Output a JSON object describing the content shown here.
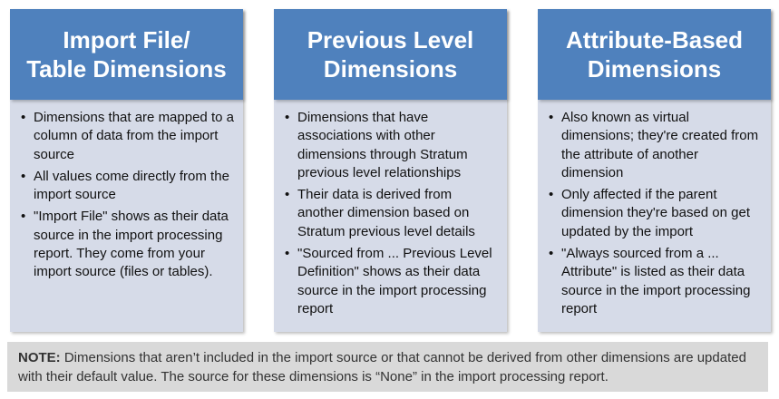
{
  "columns": [
    {
      "title": "Import File/\nTable Dimensions",
      "items": [
        "Dimensions that are mapped to a column of data from the import source",
        "All values come directly from the import source",
        "\"Import File\" shows as their data source in the import processing report. They come from your import source (files or tables)."
      ]
    },
    {
      "title": "Previous Level\nDimensions",
      "items": [
        "Dimensions that have associations with other dimensions through Stratum previous level relationships",
        "Their data is derived from another dimension based on Stratum previous level details",
        "\"Sourced from ... Previous Level Definition\" shows as their data source in the import processing report"
      ]
    },
    {
      "title": "Attribute-Based\nDimensions",
      "items": [
        "Also known as virtual dimensions; they're created from the attribute of another dimension",
        "Only affected if the parent dimension they're based on get updated by the import",
        "\"Always sourced from a ... Attribute\" is listed as their data source in the import processing report"
      ]
    }
  ],
  "note": {
    "label": "NOTE:",
    "text": " Dimensions that aren’t included in the import source or that cannot be derived from other dimensions are updated with their default value. The source for these dimensions is “None” in the import processing report."
  },
  "colors": {
    "header": "#4f81bd",
    "card_body": "#d6dbe8",
    "note_bg": "#d9d9d9"
  }
}
